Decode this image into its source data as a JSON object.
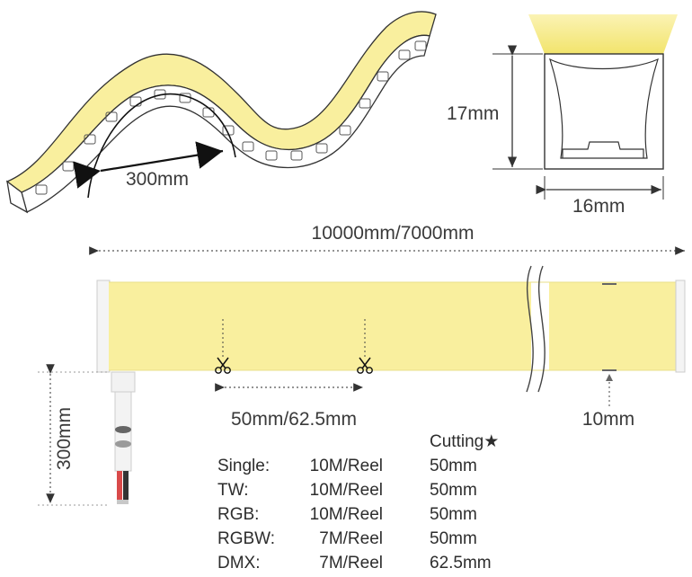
{
  "dimensions": {
    "bend_radius": "300mm",
    "height": "17mm",
    "width": "16mm",
    "total_length": "10000mm/7000mm",
    "cut_interval": "50mm/62.5mm",
    "wire_length": "300mm",
    "end_thickness": "10mm"
  },
  "table": {
    "header": "Cutting★",
    "rows": [
      {
        "name": "Single:",
        "reel": "10M/Reel",
        "cut": "50mm"
      },
      {
        "name": "TW:",
        "reel": "10M/Reel",
        "cut": "50mm"
      },
      {
        "name": "RGB:",
        "reel": "10M/Reel",
        "cut": "50mm"
      },
      {
        "name": "RGBW:",
        "reel": "7M/Reel",
        "cut": "50mm"
      },
      {
        "name": "DMX:",
        "reel": "7M/Reel",
        "cut": "62.5mm"
      }
    ]
  },
  "colors": {
    "strip_yellow": "#f9ef9e",
    "light_glow": "#f7ec8a",
    "outline": "#333333"
  },
  "icons": [
    "scissors-icon",
    "scissors-icon"
  ]
}
